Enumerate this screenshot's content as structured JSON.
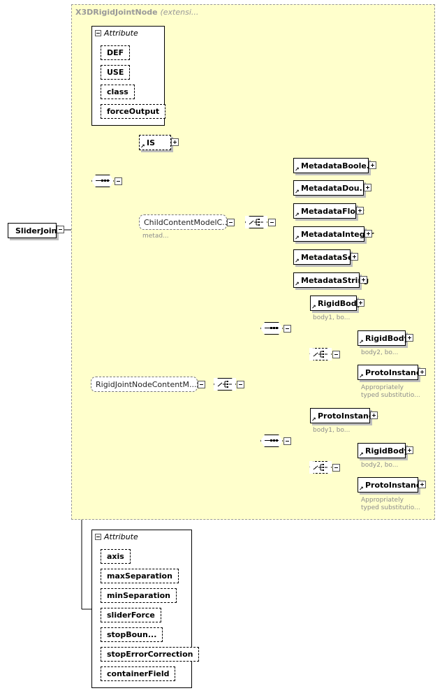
{
  "root": {
    "label": "SliderJoint"
  },
  "extension": {
    "name": "X3DRigidJointNode",
    "suffix": "(extensi..."
  },
  "attr_group_1": {
    "header": "Attribute",
    "items": [
      "DEF",
      "USE",
      "class",
      "forceOutput"
    ]
  },
  "is_element": {
    "label": "IS"
  },
  "child_content": {
    "label": "ChildContentModelC...",
    "sub": "metad..."
  },
  "metadata": {
    "items": [
      "MetadataBoole...",
      "MetadataDou...",
      "MetadataFloat",
      "MetadataInteger",
      "MetadataSet",
      "MetadataString"
    ]
  },
  "rigid_content": {
    "label": "RigidJointNodeContentM..."
  },
  "branch_a": {
    "first": {
      "label": "RigidBody",
      "sub": "body1, bo..."
    },
    "choice_rigid": {
      "label": "RigidBody",
      "sub": "body2, bo..."
    },
    "choice_proto": {
      "label": "ProtoInstance",
      "sub_line1": "Appropriately",
      "sub_line2": "typed substitutio..."
    }
  },
  "branch_b": {
    "first": {
      "label": "ProtoInstance",
      "sub": "body1, bo..."
    },
    "choice_rigid": {
      "label": "RigidBody",
      "sub": "body2, bo..."
    },
    "choice_proto": {
      "label": "ProtoInstance",
      "sub_line1": "Appropriately",
      "sub_line2": "typed substitutio..."
    }
  },
  "attr_group_2": {
    "header": "Attribute",
    "items": [
      "axis",
      "maxSeparation",
      "minSeparation",
      "sliderForce",
      "stopBoun...",
      "stopErrorCorrection",
      "containerField"
    ]
  },
  "colors": {
    "extension_bg": "#ffffcc",
    "extension_border": "#999999",
    "annotation": "#8c8c8c"
  }
}
